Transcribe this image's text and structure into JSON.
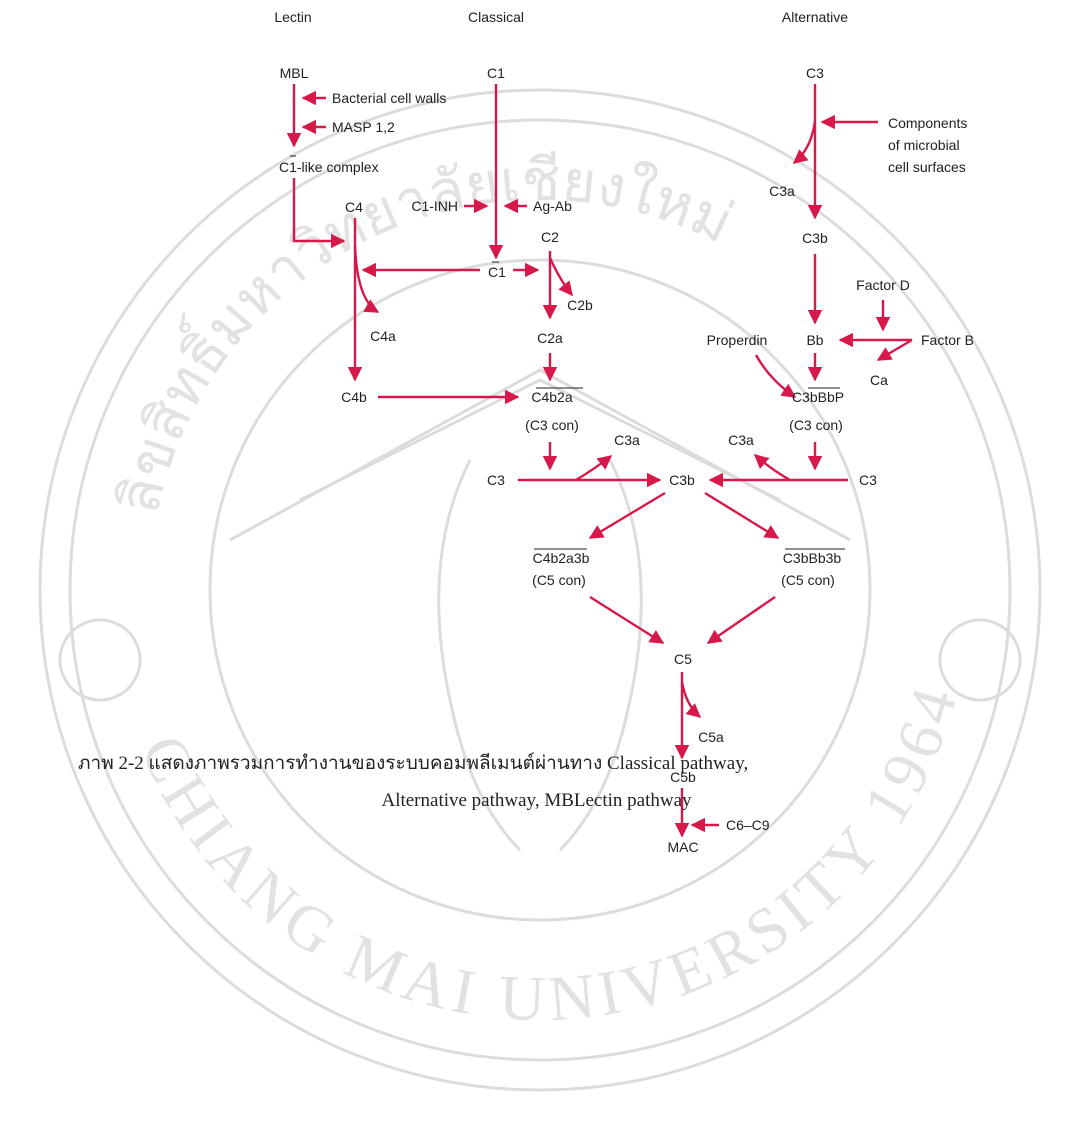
{
  "pathway_headers": {
    "lectin": "Lectin",
    "classical": "Classical",
    "alternative": "Alternative"
  },
  "nodes": {
    "mbl": "MBL",
    "bacterial_cell_walls": "Bacterial cell walls",
    "masp": "MASP 1,2",
    "c1_like_complex": "C1-like complex",
    "c4": "C4",
    "c4a": "C4a",
    "c4b": "C4b",
    "c1": "C1",
    "c1_inh": "C1-INH",
    "ag_ab": "Ag-Ab",
    "c1_bar": "C1",
    "c2": "C2",
    "c2b": "C2b",
    "c2a": "C2a",
    "c4b2a": "C4b2a",
    "c3_con_classical": "(C3 con)",
    "c3_left": "C3",
    "c3a_left": "C3a",
    "c3b_center": "C3b",
    "c3_right": "C3",
    "c3a_right": "C3a",
    "c4b2a3b": "C4b2a3b",
    "c5_con_classical": "(C5 con)",
    "c3bbb3b": "C3bBb3b",
    "c5_con_alternative": "(C5 con)",
    "c5": "C5",
    "c5a": "C5a",
    "c5b": "C5b",
    "c6_c9": "C6–C9",
    "mac": "MAC",
    "c3_alt_top": "C3",
    "components_line1": "Components",
    "components_line2": "of microbial",
    "components_line3": "cell surfaces",
    "c3a_alt": "C3a",
    "c3b_alt": "C3b",
    "factor_d": "Factor D",
    "properdin": "Properdin",
    "bb": "Bb",
    "factor_b": "Factor B",
    "ca": "Ca",
    "c3bbbp": "C3bBbP",
    "c3_con_alternative": "(C3 con)"
  },
  "caption": {
    "line1": "ภาพ 2-2   แสดงภาพรวมการทำงานของระบบคอมพลีเมนต์ผ่านทาง  Classical pathway,",
    "line2": "Alternative pathway, MBLectin pathway"
  },
  "colors": {
    "arrow": "#d6184a",
    "text": "#222222",
    "watermark": "#d9d9d9"
  },
  "watermark": {
    "text_top": "ลิขสิทธิ์มหาวิทยาลัยเชียงใหม่",
    "text_bottom": "CHIANG MAI UNIVERSITY 1964"
  }
}
